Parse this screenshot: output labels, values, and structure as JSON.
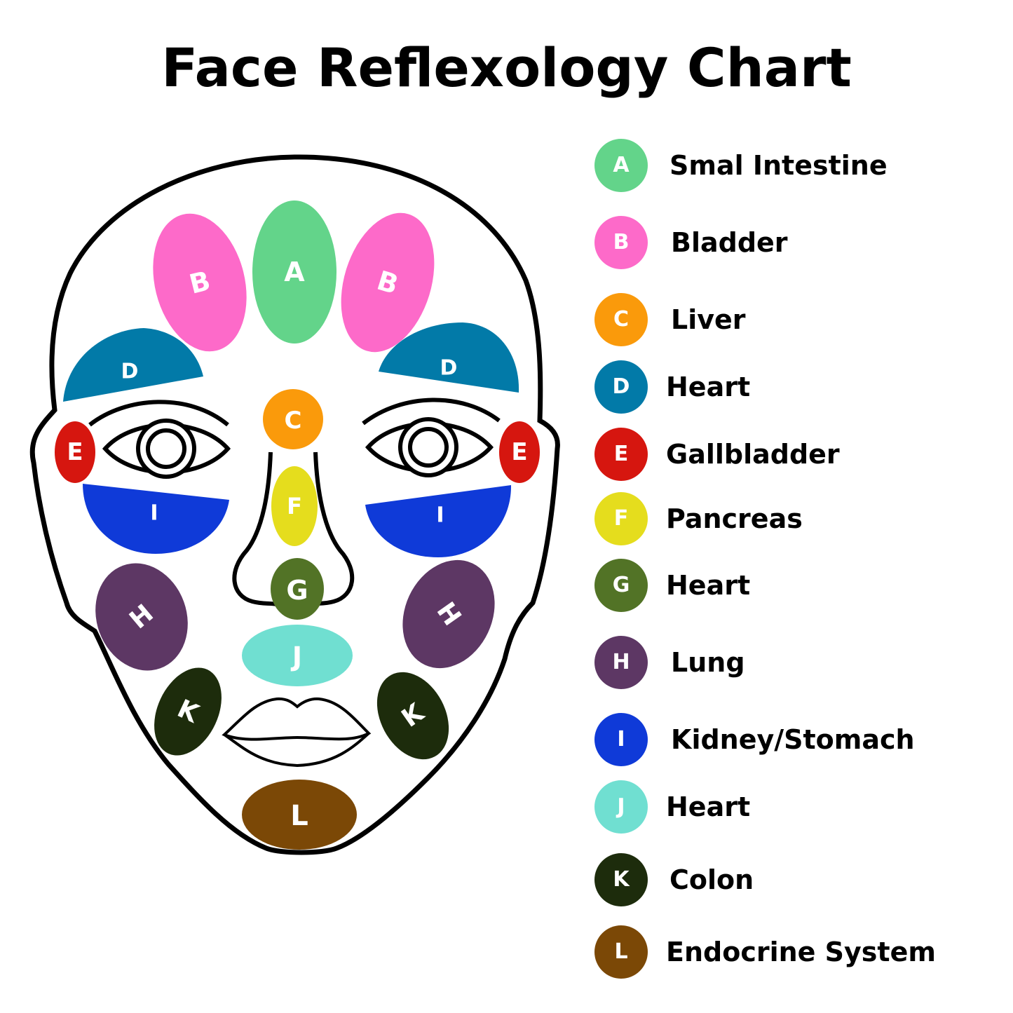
{
  "title": "Face Reflexology Chart",
  "colors": {
    "A": "#63d48a",
    "B": "#fd6ac9",
    "C": "#fa9a0b",
    "D": "#027aa8",
    "E": "#d6160f",
    "F": "#e5dd1d",
    "G": "#527326",
    "H": "#5d3764",
    "I": "#0f3ad8",
    "J": "#70dfd1",
    "K": "#1d2c0c",
    "L": "#7b4806",
    "outline": "#000000"
  },
  "legend": [
    {
      "letter": "A",
      "label": "Smal Intestine"
    },
    {
      "letter": "B",
      "label": "Bladder"
    },
    {
      "letter": "C",
      "label": "Liver"
    },
    {
      "letter": "D",
      "label": "Heart"
    },
    {
      "letter": "E",
      "label": "Gallbladder"
    },
    {
      "letter": "F",
      "label": "Pancreas"
    },
    {
      "letter": "G",
      "label": "Heart"
    },
    {
      "letter": "H",
      "label": "Lung"
    },
    {
      "letter": "I",
      "label": "Kidney/Stomach"
    },
    {
      "letter": "J",
      "label": "Heart"
    },
    {
      "letter": "K",
      "label": "Colon"
    },
    {
      "letter": "L",
      "label": "Endocrine System"
    }
  ],
  "zones": {
    "A": "A",
    "B_left": "B",
    "B_right": "B",
    "C": "C",
    "D_left": "D",
    "D_right": "D",
    "E_left": "E",
    "E_right": "E",
    "F": "F",
    "G": "G",
    "H_left": "H",
    "H_right": "H",
    "I_left": "I",
    "I_right": "I",
    "J": "J",
    "K_left": "K",
    "K_right": "K",
    "L": "L"
  }
}
